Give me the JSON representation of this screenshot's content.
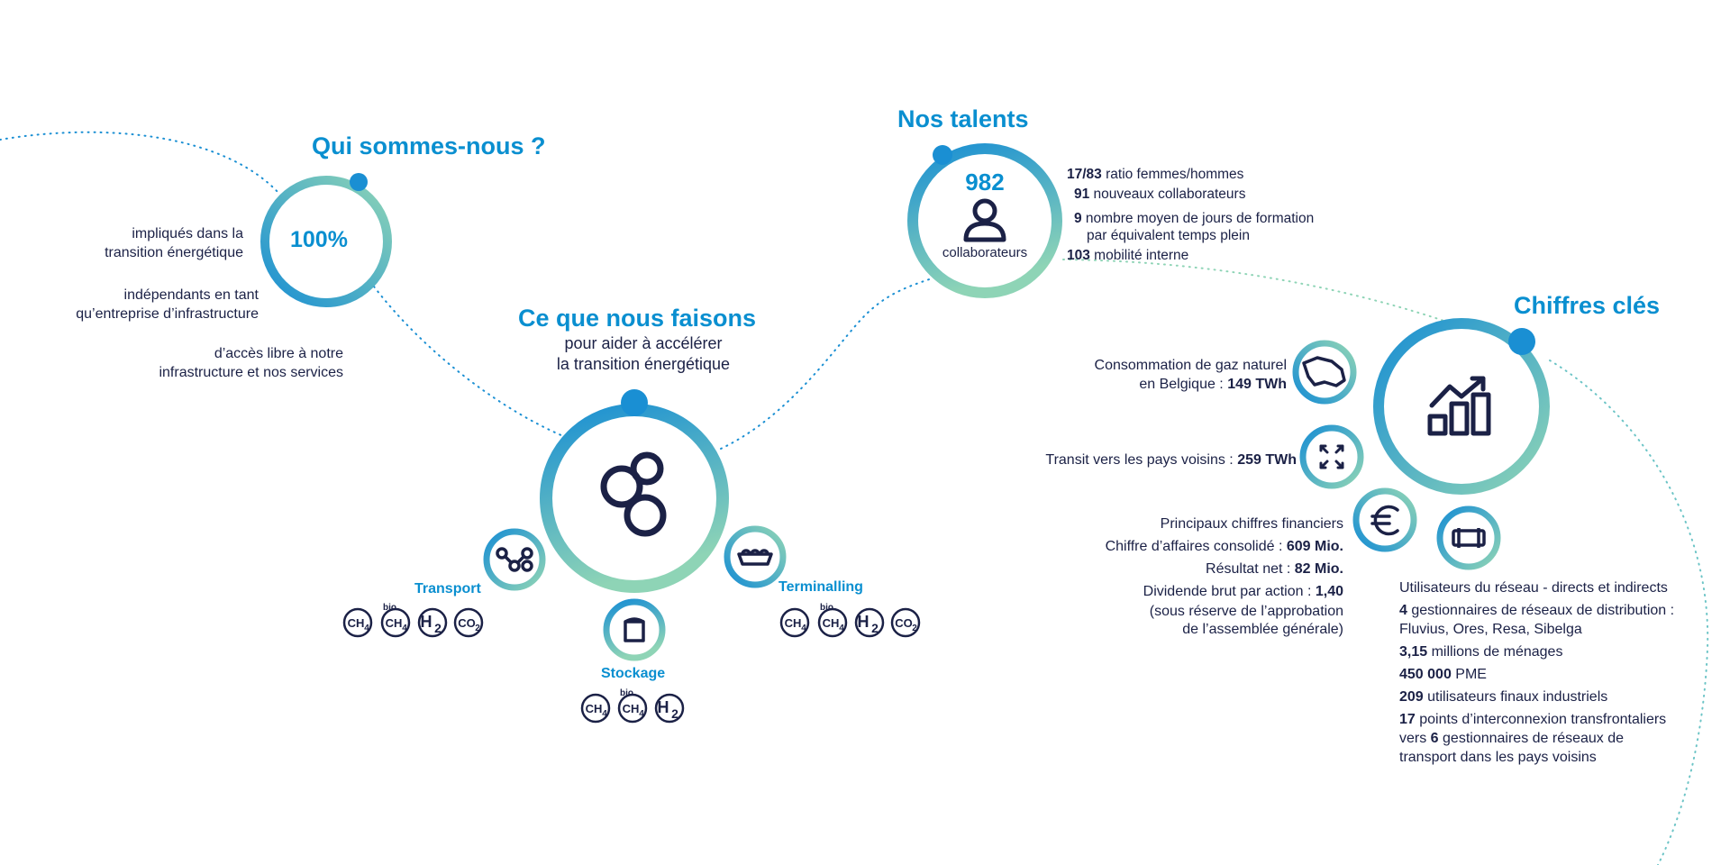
{
  "colors": {
    "accent": "#0a8fd0",
    "navy": "#1b2146",
    "ring_start": "#1a8fd3",
    "ring_end": "#8ed4b6"
  },
  "who": {
    "title": "Qui sommes-nous ?",
    "percent": "100%",
    "items": [
      [
        "impliqués dans la",
        "transition énergétique"
      ],
      [
        "indépendants en tant",
        "qu’entreprise  d’infrastructure"
      ],
      [
        "d’accès libre à notre",
        "infrastructure et nos services"
      ]
    ]
  },
  "what": {
    "title": "Ce que nous faisons",
    "subtitle1": "pour aider à accélérer",
    "subtitle2": "la transition énergétique",
    "icons": {
      "main": "molecule-icon",
      "transport": "pipeline-nodes-icon",
      "terminalling": "ship-icon",
      "storage": "tank-icon"
    },
    "transport_label": "Transport",
    "terminalling_label": "Terminalling",
    "storage_label": "Stockage",
    "chem": {
      "ch4": "CH",
      "sub4": "4",
      "h2": "H",
      "sub2": "2",
      "co2": "CO",
      "bio": "bio"
    }
  },
  "talents": {
    "title": "Nos talents",
    "count": "982",
    "count_label": "collaborateurs",
    "icon": "person-icon",
    "stats": [
      {
        "num": "17/83",
        "text": " ratio femmes/hommes"
      },
      {
        "num": "91",
        "text": " nouveaux collaborateurs"
      },
      {
        "num": "9",
        "text": " nombre moyen de jours de formation"
      },
      {
        "num": "",
        "text": "par équivalent temps plein"
      },
      {
        "num": "103",
        "text": " mobilité interne"
      }
    ]
  },
  "key_figures": {
    "title": "Chiffres clés",
    "icon": "growth-chart-icon",
    "consumption": {
      "line1": "Consommation de gaz naturel",
      "line2_text": "en Belgique : ",
      "line2_value": "149 TWh",
      "icon": "belgium-map-icon"
    },
    "transit": {
      "text": "Transit vers les pays voisins : ",
      "value": "259 TWh",
      "icon": "expand-arrows-icon"
    },
    "financial": {
      "icon": "euro-icon",
      "title": "Principaux chiffres financiers",
      "revenue_label": "Chiffre d’affaires consolidé : ",
      "revenue_value": "609 Mio.",
      "net_label": "Résultat net : ",
      "net_value": "82 Mio.",
      "dividend_label": "Dividende brut par action : ",
      "dividend_value": "1,40",
      "note1": "(sous réserve de l’approbation",
      "note2": "de l’assemblée générale)"
    },
    "network": {
      "icon": "pipe-icon",
      "title": "Utilisateurs du réseau - directs et indirects",
      "dso_num": "4",
      "dso_text": " gestionnaires de réseaux de distribution :",
      "dso_list": "Fluvius, Ores, Resa, Sibelga",
      "households_num": "3,15",
      "households_text": " millions de ménages",
      "sme_num": "450 000",
      "sme_text": " PME",
      "industrial_num": "209",
      "industrial_text": " utilisateurs finaux industriels",
      "ic_num": "17",
      "ic_text": " points d’interconnexion transfrontaliers",
      "tso_prefix": "vers ",
      "tso_num": "6",
      "tso_text": " gestionnaires de réseaux de",
      "tso_line3": "transport dans les pays voisins"
    }
  }
}
